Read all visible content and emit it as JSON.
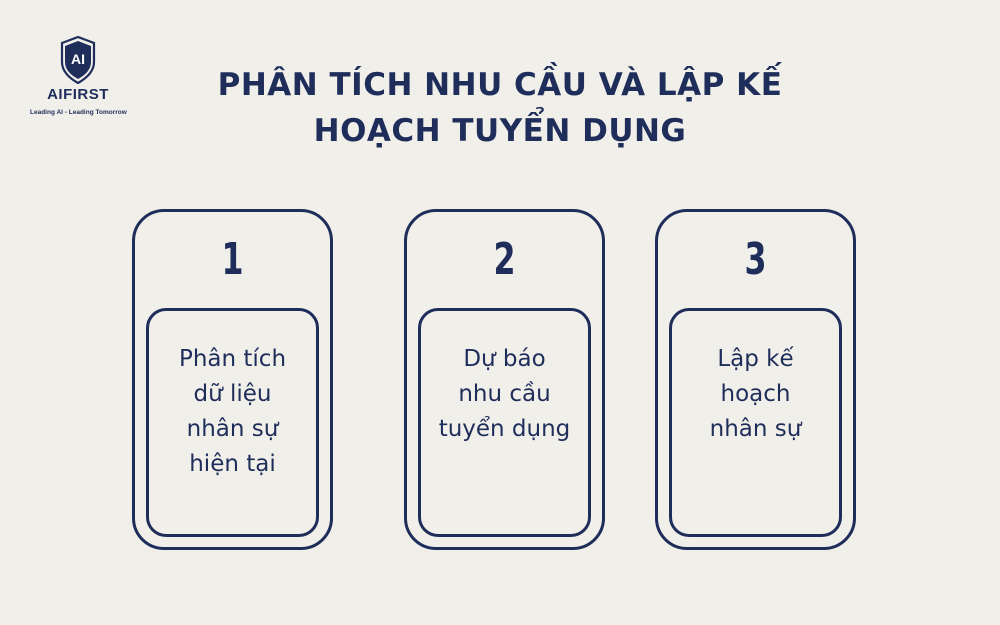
{
  "brand": {
    "logo_mark_text": "AI",
    "name": "AIFIRST",
    "tagline": "Leading AI - Leading Tomorrow",
    "color": "#1f2d5a"
  },
  "title": {
    "line1": "PHÂN TÍCH NHU CẦU VÀ LẬP KẾ",
    "line2": "HOẠCH TUYỂN DỤNG"
  },
  "steps": [
    {
      "number": "1",
      "lines": [
        "Phân tích",
        "dữ liệu",
        "nhân sự",
        "hiện tại"
      ]
    },
    {
      "number": "2",
      "lines": [
        "Dự báo",
        "nhu cầu",
        "tuyển dụng"
      ]
    },
    {
      "number": "3",
      "lines": [
        "Lập kế",
        "hoạch",
        "nhân sự"
      ]
    }
  ],
  "colors": {
    "background": "#f1efea",
    "primary": "#1f2d5a"
  }
}
